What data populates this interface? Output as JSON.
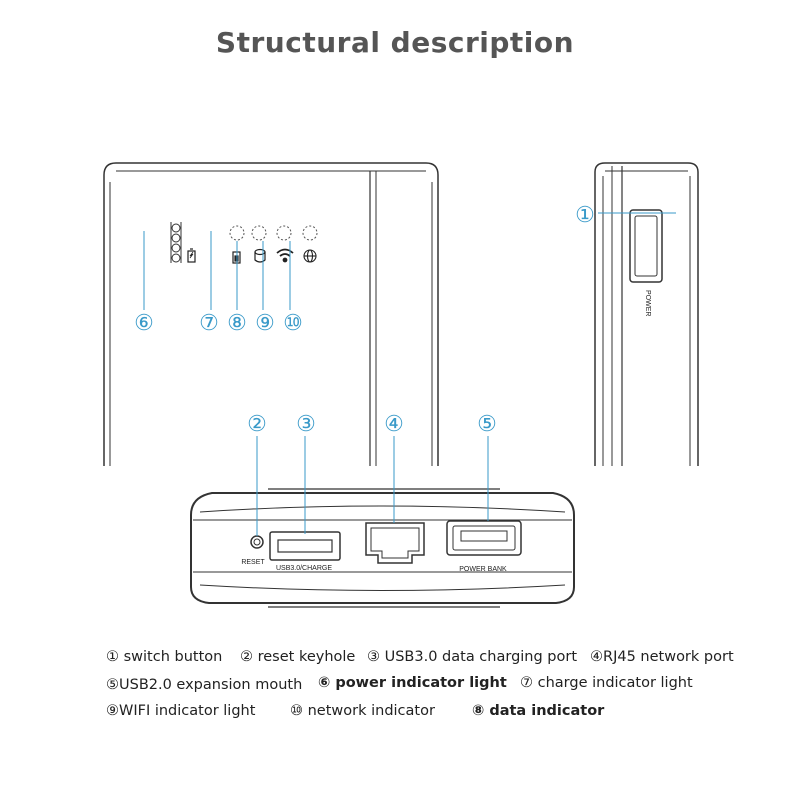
{
  "title": "Structural description",
  "device_labels": {
    "power": "POWER",
    "reset": "RESET",
    "usb3": "USB3.0/CHARGE",
    "power_bank": "POWER BANK"
  },
  "callouts": {
    "c1": "①",
    "c2": "②",
    "c3": "③",
    "c4": "④",
    "c5": "⑤",
    "c6": "⑥",
    "c7": "⑦",
    "c8": "⑧",
    "c9": "⑨",
    "c10": "⑩"
  },
  "legend": {
    "switch_button": "① switch button",
    "reset_keyhole": "② reset keyhole",
    "usb3_port": "③ USB3.0 data charging port",
    "rj45_port": "④RJ45 network port",
    "usb2_mouth": "⑤USB2.0 expansion mouth",
    "power_light": "⑥ power indicator light",
    "charge_light": "⑦ charge indicator light",
    "wifi_light": "⑨WIFI indicator light",
    "network_indicator": "⑩ network indicator",
    "data_indicator": "⑧ data indicator"
  }
}
